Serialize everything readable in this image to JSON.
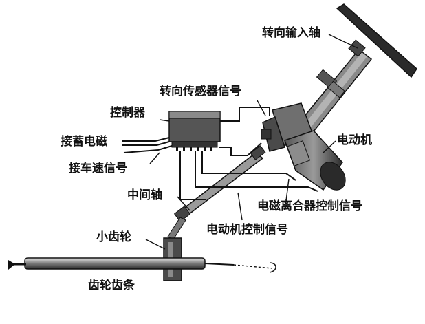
{
  "labels": {
    "steering_input_shaft": "转向输入轴",
    "steering_sensor_signal": "转向传感器信号",
    "controller": "控制器",
    "battery_connection": "接蓄电磁",
    "speed_signal_connection": "接车速信号",
    "electric_motor": "电动机",
    "intermediate_shaft": "中间轴",
    "clutch_control_signal": "电磁离合器控制信号",
    "motor_control_signal": "电动机控制信号",
    "pinion": "小齿轮",
    "rack": "齿轮齿条"
  },
  "colors": {
    "stroke": "#111111",
    "body_dark": "#3a3a3a",
    "body_mid": "#6b6b6b",
    "body_light": "#bdbdbd"
  }
}
